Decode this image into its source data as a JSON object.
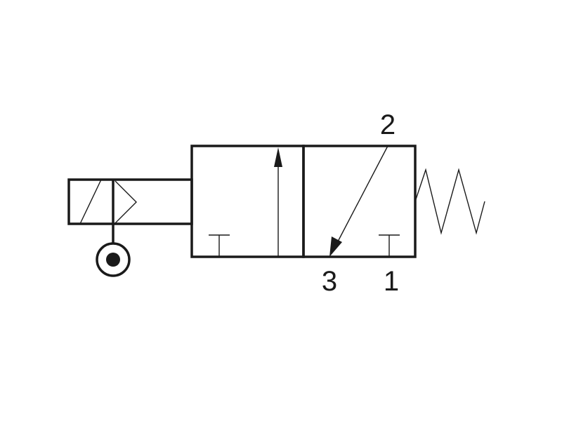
{
  "diagram": {
    "ports": {
      "port_2": "2",
      "port_3": "3",
      "port_1": "1"
    },
    "colors": {
      "line": "#1a1a1a",
      "background": "#ffffff"
    }
  }
}
